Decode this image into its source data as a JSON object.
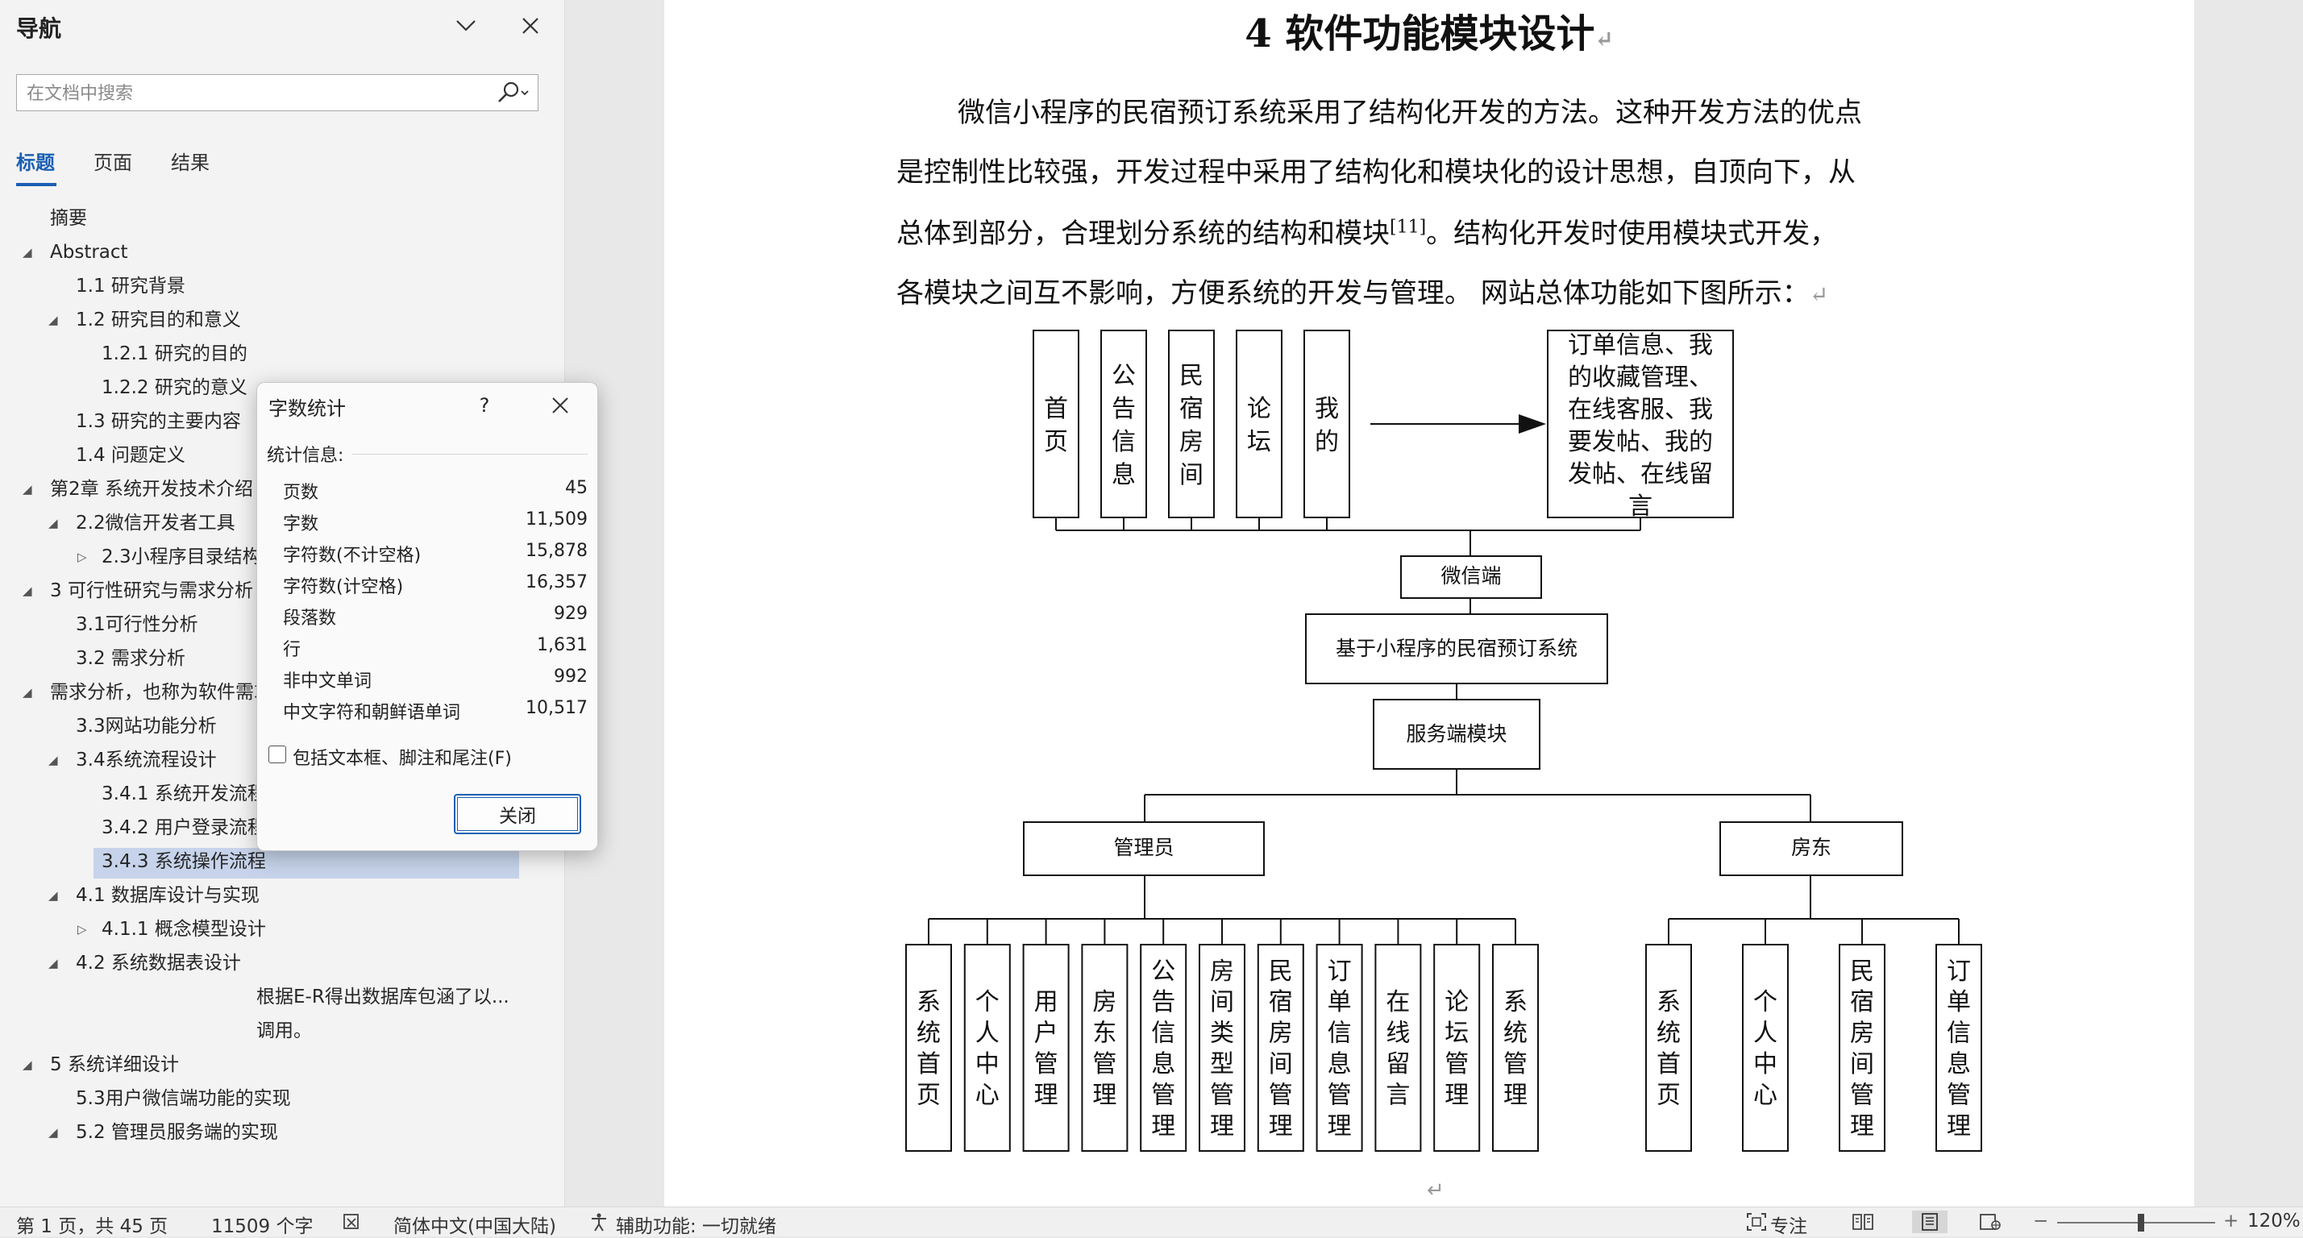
{
  "nav": {
    "title": "导航",
    "search_placeholder": "在文档中搜索",
    "tabs": [
      "标题",
      "页面",
      "结果"
    ],
    "headings": [
      {
        "label": "摘要",
        "level": 1,
        "toggle": "none"
      },
      {
        "label": "Abstract",
        "level": 1,
        "toggle": "expanded"
      },
      {
        "label": "1.1 研究背景",
        "level": 2,
        "toggle": "none"
      },
      {
        "label": "1.2 研究目的和意义",
        "level": 2,
        "toggle": "expanded"
      },
      {
        "label": "1.2.1 研究的目的",
        "level": 3,
        "toggle": "none"
      },
      {
        "label": "1.2.2 研究的意义",
        "level": 3,
        "toggle": "none"
      },
      {
        "label": "1.3 研究的主要内容",
        "level": 2,
        "toggle": "none"
      },
      {
        "label": "1.4 问题定义",
        "level": 2,
        "toggle": "none"
      },
      {
        "label": "第2章 系统开发技术介绍",
        "level": 1,
        "toggle": "expanded"
      },
      {
        "label": "2.2微信开发者工具",
        "level": 2,
        "toggle": "expanded"
      },
      {
        "label": "2.3小程序目录结构",
        "level": 3,
        "toggle": "collapsed"
      },
      {
        "label": "3 可行性研究与需求分析",
        "level": 1,
        "toggle": "expanded"
      },
      {
        "label": "3.1可行性分析",
        "level": 2,
        "toggle": "none"
      },
      {
        "label": "3.2 需求分析",
        "level": 2,
        "toggle": "none"
      },
      {
        "label": "需求分析，也称为软件需求分析",
        "level": 1,
        "toggle": "expanded"
      },
      {
        "label": "3.3网站功能分析",
        "level": 2,
        "toggle": "none"
      },
      {
        "label": "3.4系统流程设计",
        "level": 2,
        "toggle": "expanded"
      },
      {
        "label": "3.4.1 系统开发流程",
        "level": 3,
        "toggle": "none"
      },
      {
        "label": "3.4.2 用户登录流程",
        "level": 3,
        "toggle": "none"
      },
      {
        "label": "3.4.3 系统操作流程",
        "level": 3,
        "toggle": "none",
        "selected": true
      },
      {
        "label": "4.1 数据库设计与实现",
        "level": 2,
        "toggle": "expanded"
      },
      {
        "label": "4.1.1 概念模型设计",
        "level": 3,
        "toggle": "collapsed"
      },
      {
        "label": "4.2 系统数据表设计",
        "level": 2,
        "toggle": "expanded"
      },
      {
        "label": "根据E-R得出数据库包涵了以...",
        "level": 5,
        "toggle": "none"
      },
      {
        "label": "调用。",
        "level": 5,
        "toggle": "none"
      },
      {
        "label": "5 系统详细设计",
        "level": 1,
        "toggle": "expanded"
      },
      {
        "label": "5.3用户微信端功能的实现",
        "level": 2,
        "toggle": "none"
      },
      {
        "label": "5.2 管理员服务端的实现",
        "level": 2,
        "toggle": "expanded"
      }
    ]
  },
  "document": {
    "title": "4  软件功能模块设计",
    "paragraph_lines": [
      "微信小程序的民宿预订系统采用了结构化开发的方法。这种开发方法的优点",
      "是控制性比较强，开发过程中采用了结构化和模块化的设计思想，自顶向下，从",
      "总体到部分，合理划分系统的结构和模块",
      "。结构化开发时使用模块式开发，",
      "各模块之间互不影响，方便系统的开发与管理。 网站总体功能如下图所示："
    ],
    "citation": "[11]",
    "para_mark": "↵"
  },
  "diagram": {
    "top_modules": [
      "首页",
      "公告信息",
      "民宿房间",
      "论坛",
      "我的"
    ],
    "my_detail": [
      "订单信息、我",
      "的收藏管理、",
      "在线客服、我",
      "要发帖、我的",
      "发帖、在线留",
      "言"
    ],
    "wechat": "微信端",
    "system": "基于小程序的民宿预订系统",
    "server": "服务端模块",
    "admin": "管理员",
    "landlord": "房东",
    "admin_modules": [
      "系统首页",
      "个人中心",
      "用户管理",
      "房东管理",
      "公告信息管理",
      "房间类型管理",
      "民宿房间管理",
      "订单信息管理",
      "在线留言",
      "论坛管理",
      "系统管理"
    ],
    "landlord_modules": [
      "系统首页",
      "个人中心",
      "民宿房间管理",
      "订单信息管理"
    ]
  },
  "dialog": {
    "title": "字数统计",
    "help": "?",
    "section": "统计信息:",
    "stats": [
      {
        "label": "页数",
        "value": "45"
      },
      {
        "label": "字数",
        "value": "11,509"
      },
      {
        "label": "字符数(不计空格)",
        "value": "15,878"
      },
      {
        "label": "字符数(计空格)",
        "value": "16,357"
      },
      {
        "label": "段落数",
        "value": "929"
      },
      {
        "label": "行",
        "value": "1,631"
      },
      {
        "label": "非中文单词",
        "value": "992"
      },
      {
        "label": "中文字符和朝鲜语单词",
        "value": "10,517"
      }
    ],
    "checkbox_label": "包括文本框、脚注和尾注(F)",
    "close_button": "关闭"
  },
  "status": {
    "page": "第 1 页，共 45 页",
    "words": "11509 个字",
    "language": "简体中文(中国大陆)",
    "accessibility": "辅助功能: 一切就绪",
    "focus": "专注",
    "zoom": "120%",
    "zoom_minus": "−",
    "zoom_plus": "+"
  },
  "colors": {
    "accent": "#1a5fb4",
    "selection": "#c6d3ea"
  }
}
